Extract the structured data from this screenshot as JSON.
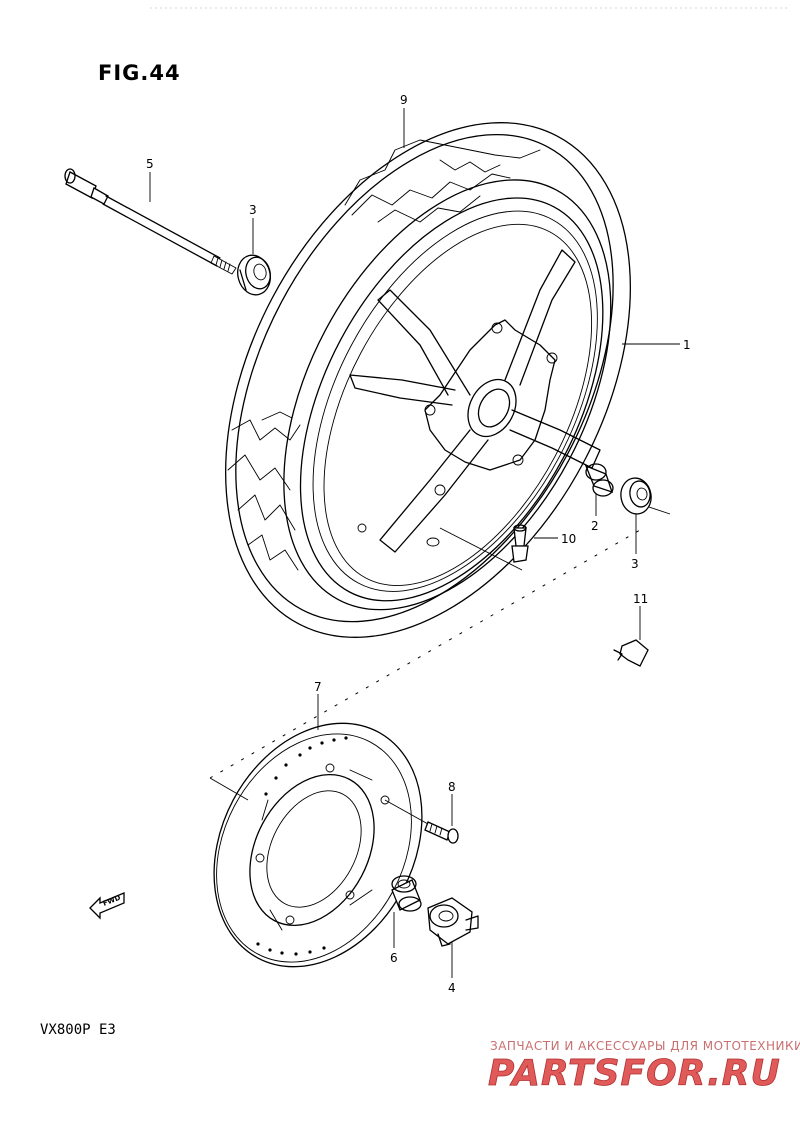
{
  "figure": {
    "title": "FIG.44",
    "model": "VX800P  E3"
  },
  "callouts": {
    "c1": "1",
    "c2": "2",
    "c3a": "3",
    "c3b": "3",
    "c4": "4",
    "c5": "5",
    "c6": "6",
    "c7": "7",
    "c8": "8",
    "c9": "9",
    "c10": "10",
    "c11": "11"
  },
  "fwd_label": "FWD",
  "watermark": {
    "tagline": "ЗАПЧАСТИ И АКСЕССУАРЫ ДЛЯ МОТОТЕХНИКИ",
    "brand": "PARTSFOR.RU"
  },
  "colors": {
    "line": "#000000",
    "background": "#ffffff",
    "watermark": "#e05a5a"
  }
}
